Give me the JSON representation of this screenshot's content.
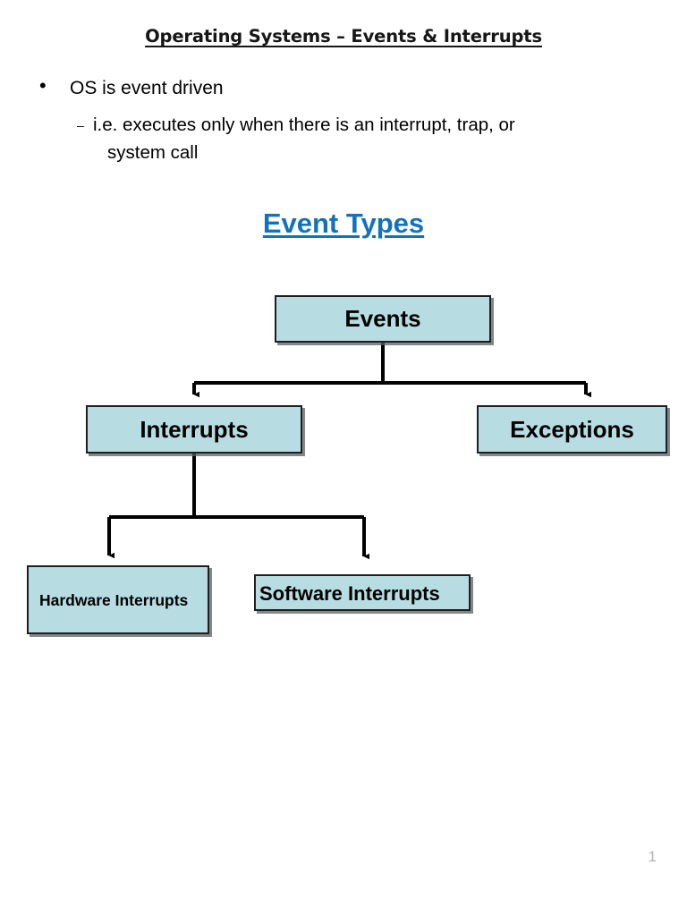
{
  "slide": {
    "title": "Operating Systems – Events & Interrupts",
    "page_number": "1",
    "bullets": {
      "level1": "OS is event driven",
      "bullet_glyph": "•",
      "level2_dash": "–",
      "level2_line1": "i.e. executes only when there is an interrupt,  trap, or",
      "level2_line2": "system call"
    },
    "section_heading": "Event Types"
  },
  "diagram": {
    "type": "tree",
    "nodes": [
      {
        "id": "events",
        "label": "Events"
      },
      {
        "id": "interrupts",
        "label": "Interrupts"
      },
      {
        "id": "exceptions",
        "label": "Exceptions"
      },
      {
        "id": "hardware",
        "label": "Hardware Interrupts"
      },
      {
        "id": "software",
        "label": "Software Interrupts"
      }
    ],
    "edges": [
      {
        "from": "events",
        "to": "interrupts"
      },
      {
        "from": "events",
        "to": "exceptions"
      },
      {
        "from": "interrupts",
        "to": "hardware"
      },
      {
        "from": "interrupts",
        "to": "software"
      }
    ]
  },
  "colors": {
    "node_fill": "#b7dde2",
    "node_border": "#1f1f1f",
    "heading_blue": "#1272bb",
    "page_number_gray": "#b3b3b3",
    "background": "#ffffff",
    "connector": "#000000"
  }
}
